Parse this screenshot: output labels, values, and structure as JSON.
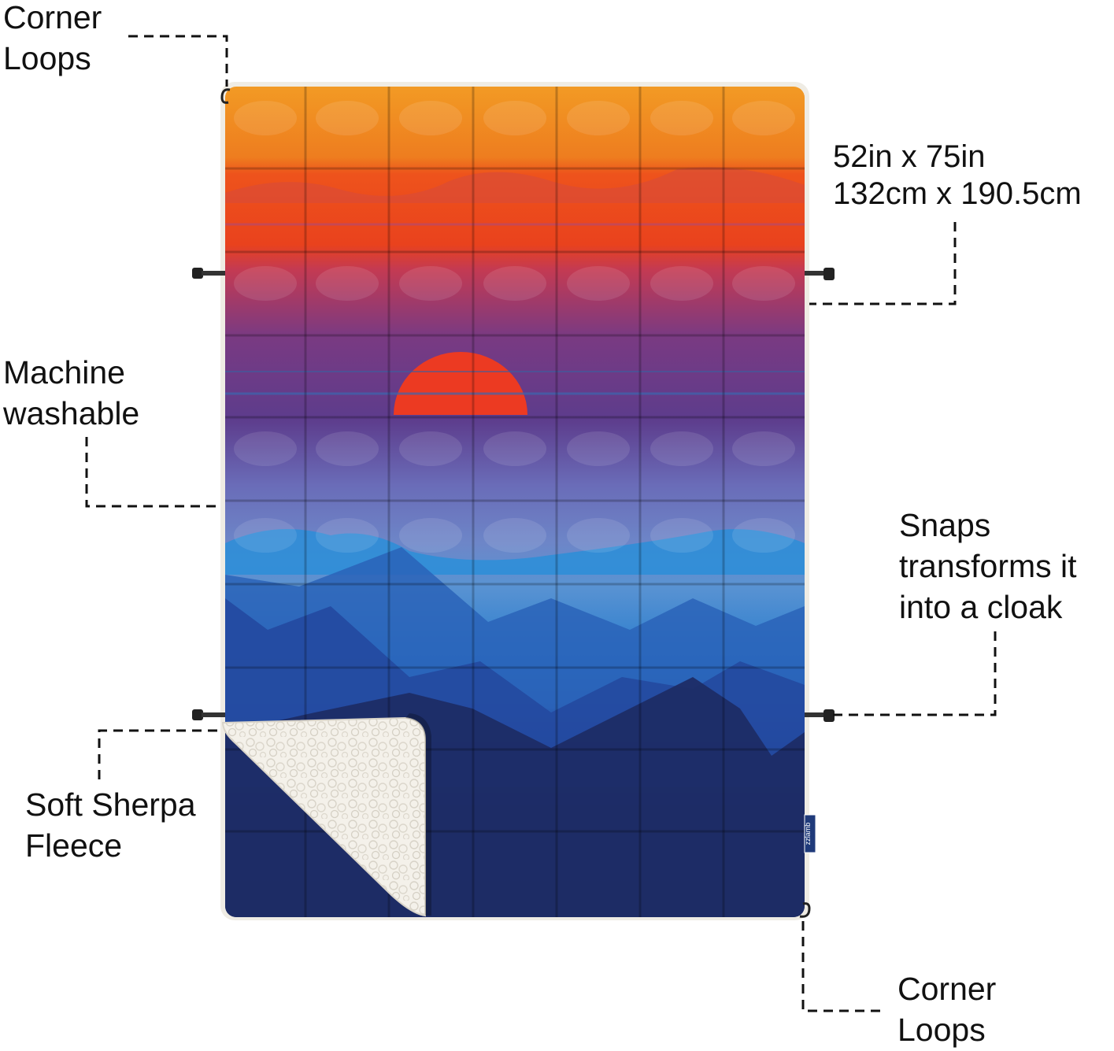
{
  "callouts": {
    "corner_loops_top": [
      "Corner",
      "Loops"
    ],
    "dimensions": [
      "52in x 75in",
      "132cm x 190.5cm"
    ],
    "machine_washable": [
      "Machine",
      "washable"
    ],
    "snaps": [
      "Snaps",
      "transforms it",
      "into a cloak"
    ],
    "sherpa": [
      "Soft Sherpa",
      "Fleece"
    ],
    "corner_loops_bottom": [
      "Corner",
      "Loops"
    ]
  },
  "brand_tag": "zzlamb",
  "colors": {
    "orange": "#ef8f22",
    "red_orange": "#ee4a1c",
    "magenta": "#b23a6a",
    "purple": "#5e3f8c",
    "periwinkle": "#6c79c2",
    "sky_blue": "#4d8fd0",
    "royal_blue": "#2b58b0",
    "navy": "#1b2c5e",
    "sun": "#ec3a22",
    "sherpa": "#f4f1ea",
    "leader": "#111111"
  }
}
